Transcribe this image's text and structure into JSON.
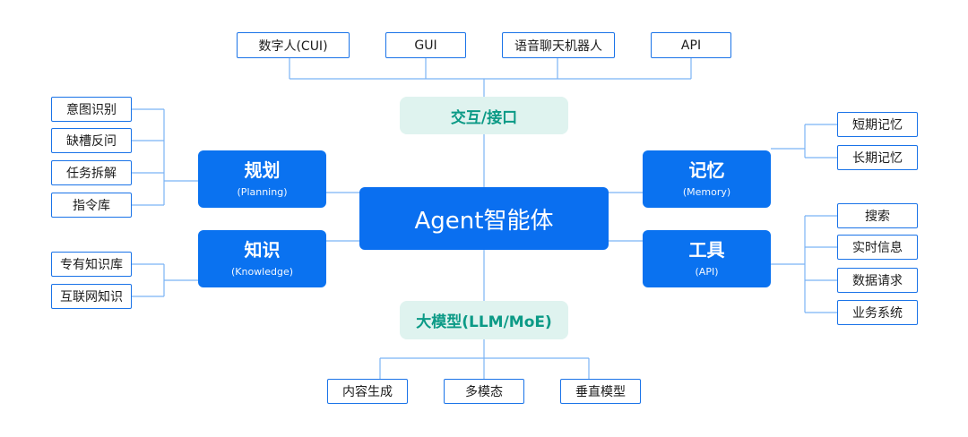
{
  "center": "Agent智能体",
  "interaction": {
    "label": "交互/接口",
    "items": [
      "数字人(CUI)",
      "GUI",
      "语音聊天机器人",
      "API"
    ]
  },
  "model": {
    "label": "大模型(LLM/MoE)",
    "items": [
      "内容生成",
      "多模态",
      "垂直模型"
    ]
  },
  "planning": {
    "title": "规划",
    "subtitle": "(Planning)",
    "items": [
      "意图识别",
      "缺槽反问",
      "任务拆解",
      "指令库"
    ]
  },
  "knowledge": {
    "title": "知识",
    "subtitle": "(Knowledge)",
    "items": [
      "专有知识库",
      "互联网知识"
    ]
  },
  "memory": {
    "title": "记忆",
    "subtitle": "(Memory)",
    "items": [
      "短期记忆",
      "长期记忆"
    ]
  },
  "tools": {
    "title": "工具",
    "subtitle": "(API)",
    "items": [
      "搜索",
      "实时信息",
      "数据请求",
      "业务系统"
    ]
  },
  "colors": {
    "primary": "#0a72f0",
    "leaf_border": "#1a73e8",
    "pill_bg": "#dff3ef",
    "pill_text": "#0b9a86",
    "line": "#7bb3f5"
  }
}
